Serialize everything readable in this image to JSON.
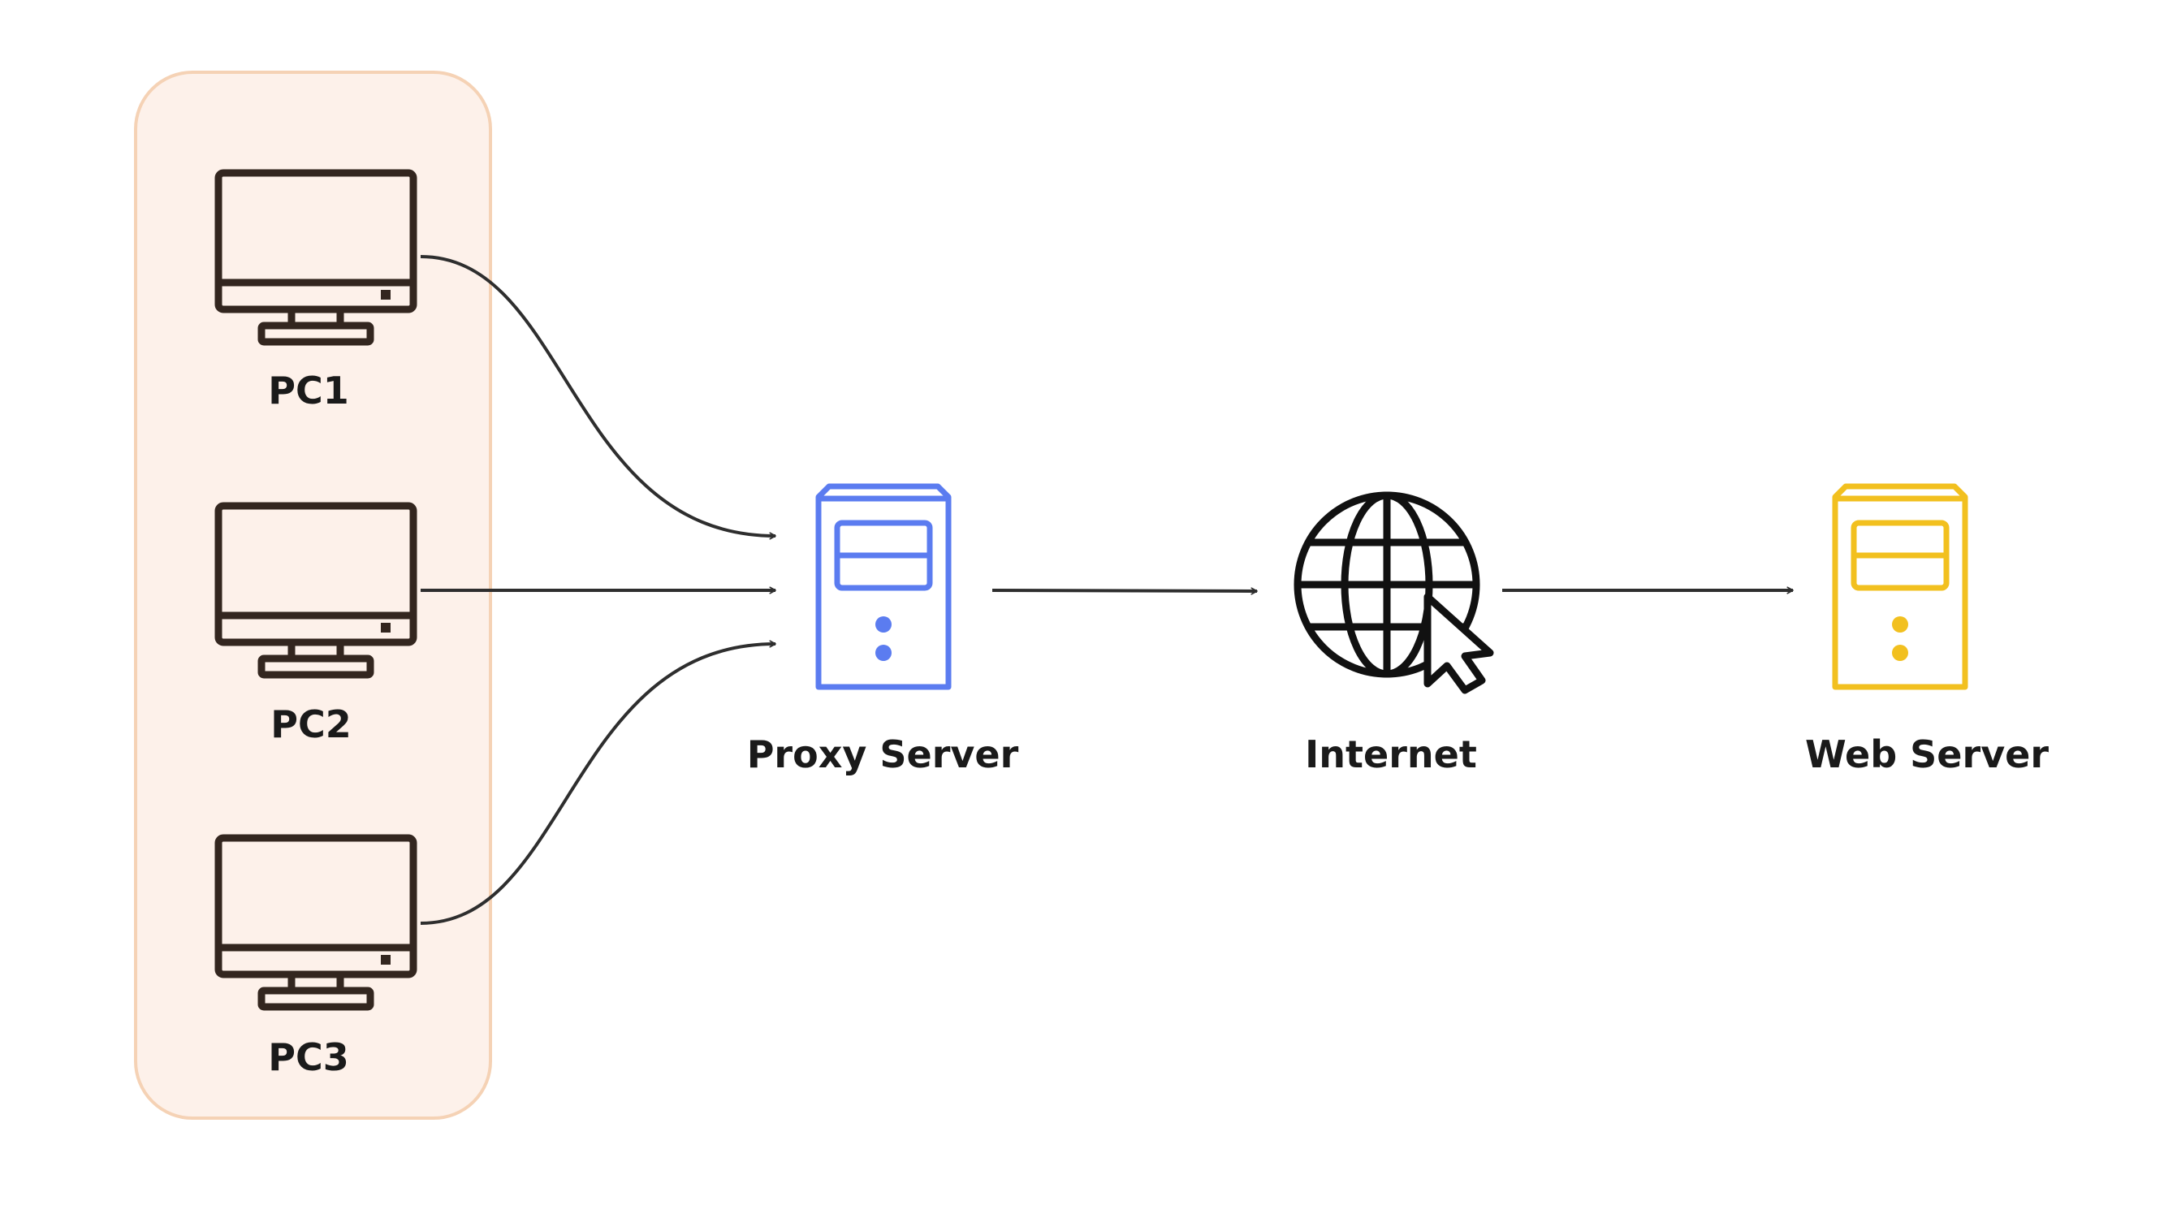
{
  "colors": {
    "background": "#ffffff",
    "group_fill": "#fdf1ea",
    "group_stroke": "#f5d2b5",
    "pc_icon": "#33261f",
    "proxy_server": "#5b7cf0",
    "web_server": "#f2c01f",
    "globe": "#111111",
    "arrow": "#2e2e2e",
    "label_text": "#1a1a1a"
  },
  "nodes": {
    "pc1": {
      "label": "PC1",
      "icon": "monitor-icon"
    },
    "pc2": {
      "label": "PC2",
      "icon": "monitor-icon"
    },
    "pc3": {
      "label": "PC3",
      "icon": "monitor-icon"
    },
    "proxy": {
      "label": "Proxy Server",
      "icon": "server-icon"
    },
    "internet": {
      "label": "Internet",
      "icon": "globe-cursor-icon"
    },
    "web": {
      "label": "Web Server",
      "icon": "server-icon"
    }
  },
  "edges": [
    {
      "from": "pc1",
      "to": "proxy"
    },
    {
      "from": "pc2",
      "to": "proxy"
    },
    {
      "from": "pc3",
      "to": "proxy"
    },
    {
      "from": "proxy",
      "to": "internet"
    },
    {
      "from": "internet",
      "to": "web"
    }
  ]
}
